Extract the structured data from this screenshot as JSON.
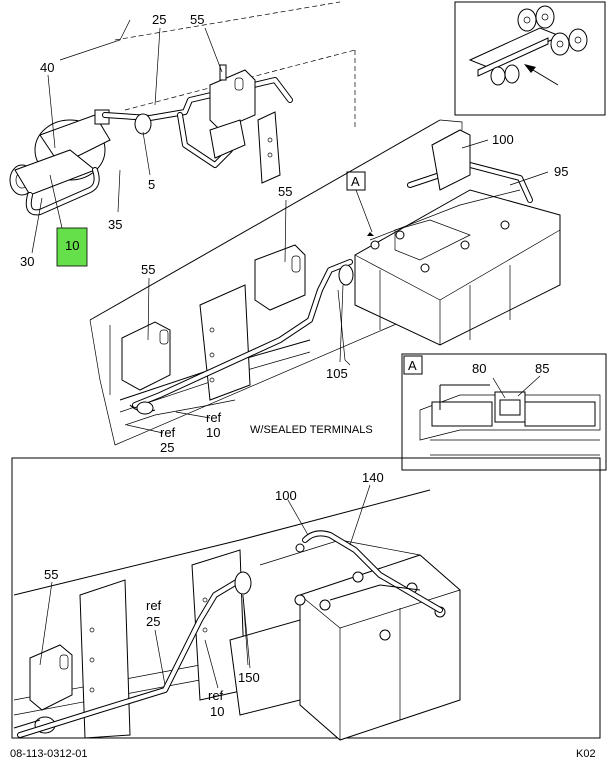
{
  "callouts": {
    "c25_top": "25",
    "c55_top": "55",
    "c40": "40",
    "c5": "5",
    "c35": "35",
    "c10_hl": "10",
    "c30": "30",
    "c100_top": "100",
    "c95": "95",
    "cA_main": "A",
    "c55_mid": "55",
    "c55_left": "55",
    "c105": "105",
    "cref10_top": "ref",
    "c10_mid": "10",
    "cref25_top": "ref",
    "c25_mid": "25",
    "c100_bot": "100",
    "c140": "140",
    "c55_bot": "55",
    "cref25_bot": "ref",
    "c25_bot": "25",
    "c150": "150",
    "cref10_bot": "ref",
    "c10_bot": "10"
  },
  "inset_a": {
    "tag": "A",
    "c80": "80",
    "c85": "85"
  },
  "caption": "W/SEALED TERMINALS",
  "footer": {
    "doc_id": "08-113-0312-01",
    "sheet": "K02"
  },
  "colors": {
    "highlight": "#66e04a",
    "ink": "#000000"
  }
}
